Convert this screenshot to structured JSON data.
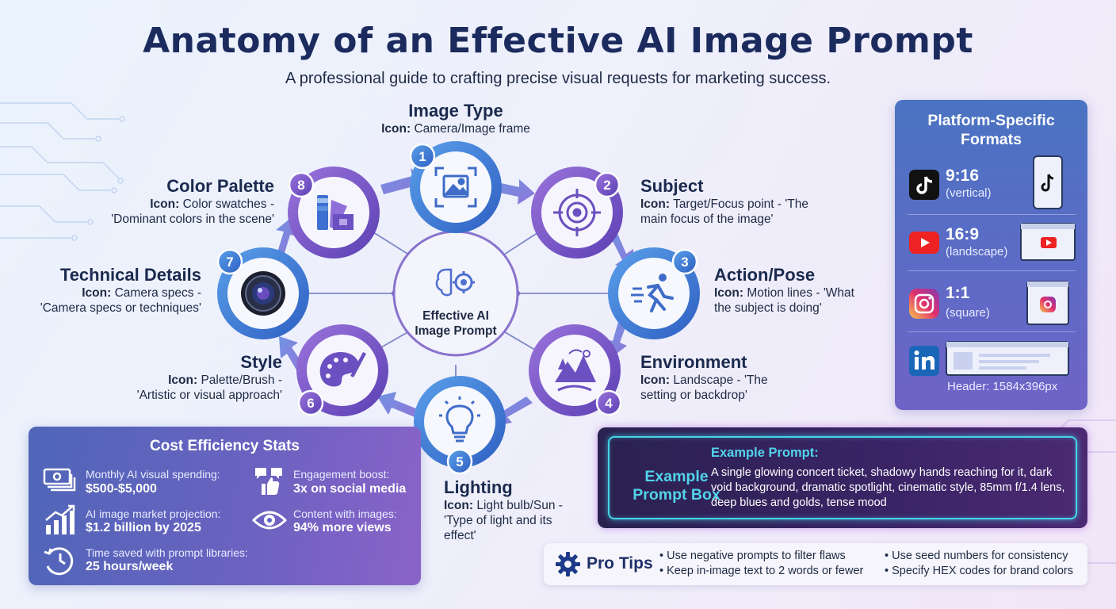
{
  "title": "Anatomy of an Effective AI Image Prompt",
  "subtitle": "A professional guide to crafting precise visual requests for marketing success.",
  "center": {
    "line1": "Effective AI",
    "line2": "Image Prompt"
  },
  "icon_prefix": "Icon:",
  "nodes": [
    {
      "number": "1",
      "title": "Image Type",
      "icon_text": "Camera/Image frame",
      "desc_lines": [],
      "icon": "image-frame-icon"
    },
    {
      "number": "2",
      "title": "Subject",
      "icon_text": "Target/Focus point - 'The",
      "desc_lines": [
        "main focus of the image'"
      ],
      "icon": "target-icon"
    },
    {
      "number": "3",
      "title": "Action/Pose",
      "icon_text": "Motion lines - 'What",
      "desc_lines": [
        "the subject is doing'"
      ],
      "icon": "running-person-icon"
    },
    {
      "number": "4",
      "title": "Environment",
      "icon_text": "Landscape - 'The",
      "desc_lines": [
        "setting or backdrop'"
      ],
      "icon": "landscape-icon"
    },
    {
      "number": "5",
      "title": "Lighting",
      "icon_text": "Light bulb/Sun -",
      "desc_lines": [
        "'Type of light and its",
        "effect'"
      ],
      "icon": "light-bulb-icon"
    },
    {
      "number": "6",
      "title": "Style",
      "icon_text": "Palette/Brush -",
      "desc_lines": [
        "'Artistic or visual approach'"
      ],
      "icon": "palette-icon"
    },
    {
      "number": "7",
      "title": "Technical Details",
      "icon_text": "Camera specs -",
      "desc_lines": [
        "'Camera specs or techniques'"
      ],
      "icon": "camera-lens-icon"
    },
    {
      "number": "8",
      "title": "Color Palette",
      "icon_text": "Color swatches -",
      "desc_lines": [
        "'Dominant colors in the scene'"
      ],
      "icon": "color-swatches-icon"
    }
  ],
  "platforms": {
    "title_line1": "Platform-Specific",
    "title_line2": "Formats",
    "items": [
      {
        "name": "tiktok",
        "ratio": "9:16",
        "label": "(vertical)",
        "icon": "tiktok-icon"
      },
      {
        "name": "youtube",
        "ratio": "16:9",
        "label": "(landscape)",
        "icon": "youtube-icon"
      },
      {
        "name": "instagram",
        "ratio": "1:1",
        "label": "(square)",
        "icon": "instagram-icon"
      },
      {
        "name": "linkedin",
        "ratio": "",
        "label": "Header: 1584x396px",
        "icon": "linkedin-icon"
      }
    ]
  },
  "stats": {
    "title": "Cost Efficiency Stats",
    "items": [
      {
        "label": "Monthly AI visual spending:",
        "value": "$500-$5,000",
        "icon": "money-stack-icon"
      },
      {
        "label": "Engagement boost:",
        "value": "3x on social media",
        "icon": "likes-icon"
      },
      {
        "label": "AI image market projection:",
        "value": "$1.2 billion by 2025",
        "icon": "growth-chart-icon"
      },
      {
        "label": "Content with images:",
        "value": "94% more views",
        "icon": "eye-icon"
      },
      {
        "label": "Time saved with prompt libraries:",
        "value": "25 hours/week",
        "icon": "clock-history-icon"
      }
    ]
  },
  "example": {
    "box_label_line1": "Example",
    "box_label_line2": "Prompt Box",
    "heading": "Example Prompt:",
    "text": "A single glowing concert ticket, shadowy hands reaching for it, dark void background, dramatic spotlight, cinematic style, 85mm f/1.4 lens, deep blues and golds, tense mood"
  },
  "tips": {
    "title": "Pro Tips",
    "items": [
      "• Use negative prompts to filter flaws",
      "• Keep in-image text to 2 words or fewer",
      "• Use seed numbers for consistency",
      "• Specify HEX codes for brand colors"
    ]
  },
  "colors": {
    "title": "#1c2b5e",
    "blue_node": "#3f74d0",
    "purple_node": "#7a5cc8",
    "cyan_glow": "#46d4e8",
    "panel": "#5a6cc4"
  }
}
